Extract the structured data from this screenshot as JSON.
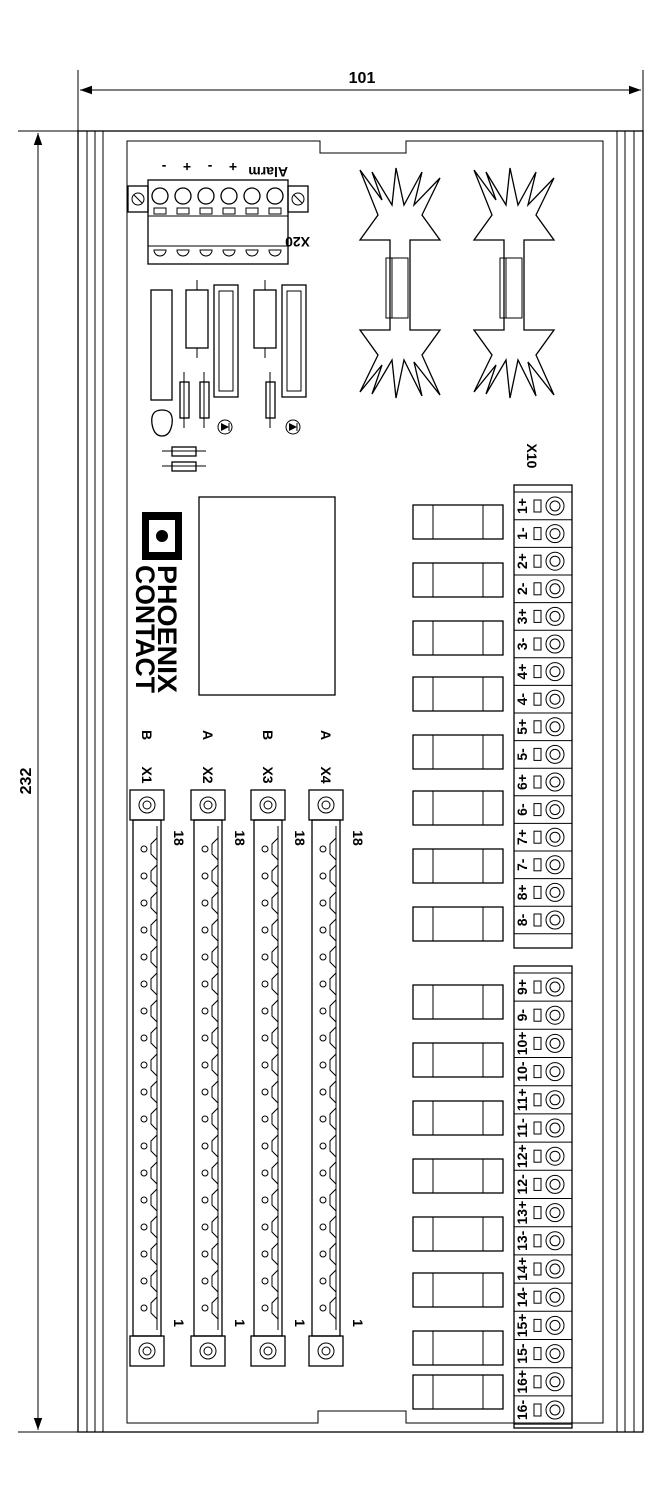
{
  "dimensions": {
    "width": "101",
    "height": "232"
  },
  "brand": {
    "line1": "PHOENIX",
    "line2": "CONTACT"
  },
  "alarm_block": {
    "designation": "X20",
    "caption": "Alarm",
    "pin_signs": [
      "-",
      "+",
      "-",
      "+"
    ]
  },
  "output_block": {
    "designation": "X10",
    "terminals": [
      "1+",
      "1-",
      "2+",
      "2-",
      "3+",
      "3-",
      "4+",
      "4-",
      "5+",
      "5-",
      "6+",
      "6-",
      "7+",
      "7-",
      "8+",
      "8-",
      "9+",
      "9-",
      "10+",
      "10-",
      "11+",
      "11-",
      "12+",
      "12-",
      "13+",
      "13-",
      "14+",
      "14-",
      "15+",
      "15-",
      "16+",
      "16-"
    ]
  },
  "input_connectors": [
    {
      "name": "X1",
      "group": "B",
      "first_pin": "1",
      "last_pin": "18"
    },
    {
      "name": "X2",
      "group": "A",
      "first_pin": "1",
      "last_pin": "18"
    },
    {
      "name": "X3",
      "group": "B",
      "first_pin": "1",
      "last_pin": "18"
    },
    {
      "name": "X4",
      "group": "A",
      "first_pin": "1",
      "last_pin": "18"
    }
  ]
}
